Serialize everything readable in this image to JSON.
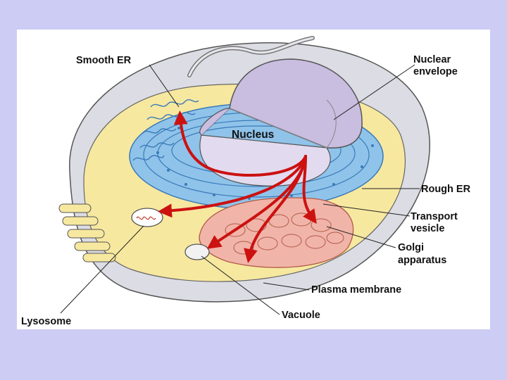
{
  "labels": {
    "smooth_er": "Smooth ER",
    "nuclear_envelope_1": "Nuclear",
    "nuclear_envelope_2": "envelope",
    "nucleus": "Nucleus",
    "rough_er": "Rough ER",
    "transport_vesicle_1": "Transport",
    "transport_vesicle_2": "vesicle",
    "golgi_1": "Golgi",
    "golgi_2": "apparatus",
    "plasma_membrane": "Plasma membrane",
    "vacuole": "Vacuole",
    "lysosome": "Lysosome"
  },
  "colors": {
    "background": "#ccccf5",
    "cytoplasm": "#f7e8a0",
    "cell_outer": "#dcdce4",
    "rough_er": "#8fc3ea",
    "nucleus": "#c9bde0",
    "golgi": "#f1b4a8",
    "pathway_arrow": "#cc1111"
  }
}
